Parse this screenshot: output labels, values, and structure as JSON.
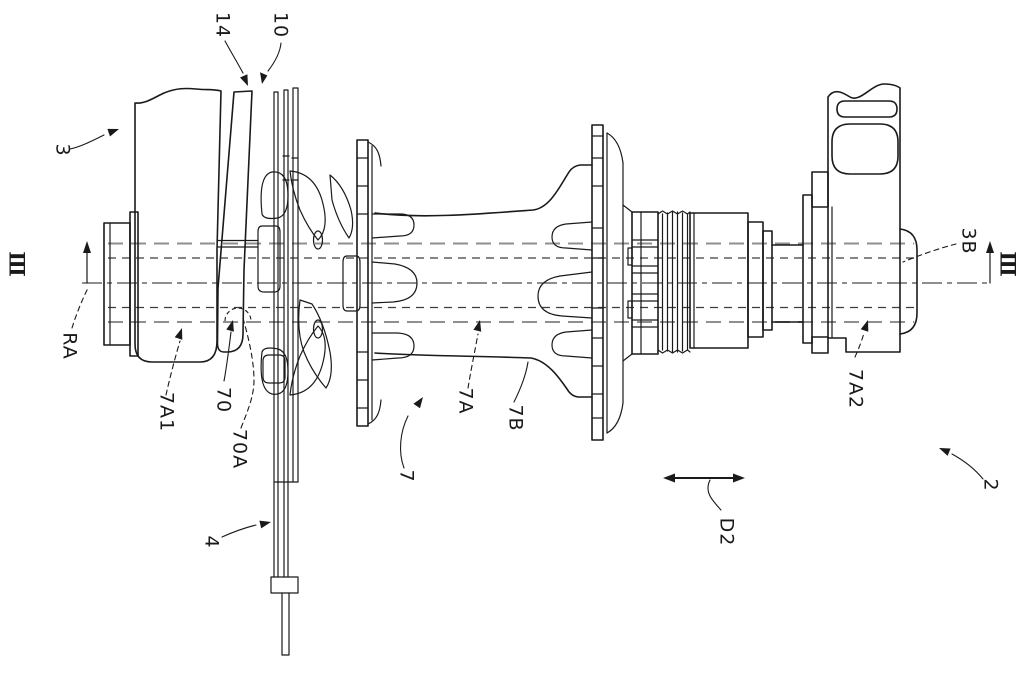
{
  "figure": {
    "kind": "patent line drawing, bicycle hub axle assembly, section view markers",
    "background": "#ffffff",
    "colors": {
      "line": "#1a1a1a",
      "hidden_axle_line": "#8f8f8f",
      "centerline": "#4a4a4a"
    },
    "labels": {
      "n14": "14",
      "n10": "10",
      "n3": "3",
      "section_left": "Ⅲ",
      "ra": "RA",
      "n7a1": "7A1",
      "n70": "70",
      "n70a": "70A",
      "n4": "4",
      "n7": "7",
      "n7a": "7A",
      "n7b": "7B",
      "d2": "D2",
      "n2": "2",
      "n7a2": "7A2",
      "n3b": "3B",
      "section_right": "Ⅲ"
    }
  }
}
